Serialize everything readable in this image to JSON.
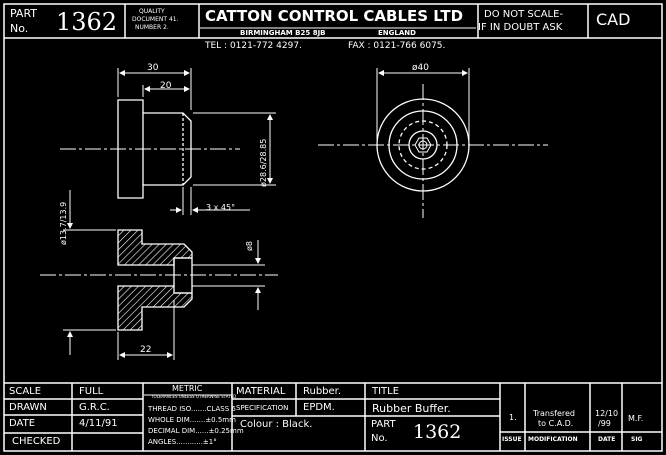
{
  "header": {
    "part_label_1": "PART",
    "part_label_2": "No.",
    "part_number": "1362",
    "quality_1": "QUALITY",
    "quality_2": "DOCUMENT 41.",
    "quality_3": "NUMBER 2.",
    "company": "CATTON CONTROL CABLES LTD",
    "city": "BIRMINGHAM B25 8JB",
    "country": "ENGLAND",
    "tel": "TEL : 0121-772 4297.",
    "fax": "FAX : 0121-766 6075.",
    "do_not_scale_1": "DO NOT SCALE-",
    "do_not_scale_2": "IF IN DOUBT ASK",
    "cad": "CAD"
  },
  "dimensions": {
    "d30": "30",
    "d20": "20",
    "d40": "ø40",
    "d28": "ø28.6/28.85",
    "chamfer": "3 x 45°",
    "d13": "ø13.7/13.9",
    "d8": "ø8",
    "d22": "22"
  },
  "titleblock": {
    "scale_label": "SCALE",
    "scale_value": "FULL",
    "drawn_label": "DRAWN",
    "drawn_value": "G.R.C.",
    "date_label": "DATE",
    "date_value": "4/11/91",
    "checked_label": "CHECKED",
    "metric": "METRIC",
    "metric_sub": "TOLERANCES UNLESS OTHERWISE STATED",
    "thread": "THREAD ISO.......CLASS 6",
    "whole": "WHOLE DIM.......±0.5mm",
    "decimal": "DECIMAL DIM......±0.25mm",
    "angles": "ANGLES............±1°",
    "material_label": "MATERIAL",
    "material_value": "Rubber.",
    "spec_label": "SPECIFICATION",
    "spec_value": "EPDM.",
    "colour": "Colour : Black.",
    "title_label": "TITLE",
    "title_value": "Rubber Buffer.",
    "part_label_1": "PART",
    "part_label_2": "No.",
    "part_number": "1362",
    "rev_issue": "1.",
    "rev_mod_1": "Transfered",
    "rev_mod_2": "to C.A.D.",
    "rev_date_1": "12/10",
    "rev_date_2": "/99",
    "rev_sig": "M.F.",
    "issue_hdr": "ISSUE",
    "mod_hdr": "MODIFICATION",
    "date_hdr": "DATE",
    "sig_hdr": "SIG"
  }
}
